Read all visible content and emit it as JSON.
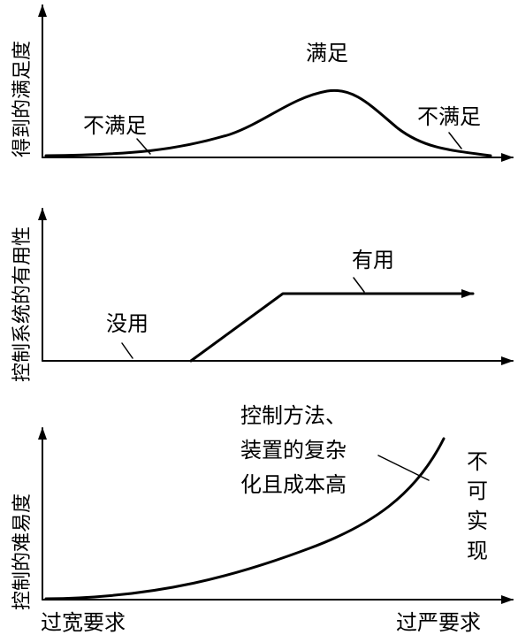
{
  "panels": [
    {
      "y_axis_label": "得到的满足度",
      "curve_labels": {
        "left": "不满足",
        "peak": "满足",
        "right": "不满足"
      }
    },
    {
      "y_axis_label": "控制系统的有用性",
      "curve_labels": {
        "low": "没用",
        "high": "有用"
      }
    },
    {
      "y_axis_label": "控制的难易度",
      "annotation_lines": [
        "控制方法、",
        "装置的复杂",
        "化且成本高"
      ],
      "right_note_chars": [
        "不",
        "可",
        "实",
        "现"
      ]
    }
  ],
  "x_axis": {
    "left_label": "过宽要求",
    "right_label": "过严要求"
  },
  "colors": {
    "ink": "#000000",
    "background": "#ffffff"
  }
}
